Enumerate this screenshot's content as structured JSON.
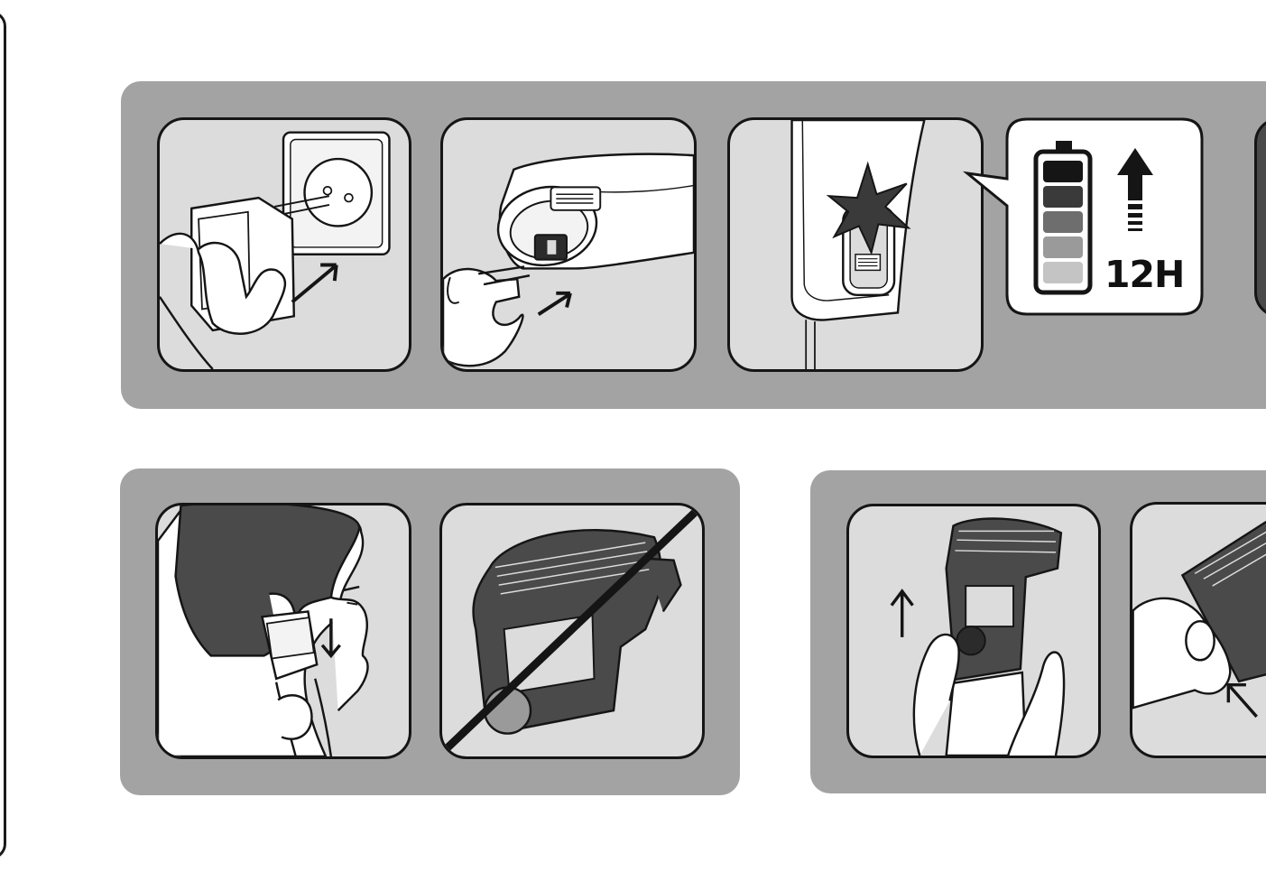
{
  "charge_callout": {
    "duration_label": "12H",
    "battery_levels": 5,
    "indicator_icon": "battery-charging-icon"
  },
  "colors": {
    "band_background": "#a3a3a3",
    "panel_background": "#dcdcdc",
    "outline": "#151515",
    "dark_fill": "#4a4a4a"
  },
  "panels": [
    {
      "id": "plug-adapter-into-socket",
      "icon": "wall-socket-icon"
    },
    {
      "id": "plug-cord-into-trimmer",
      "icon": "trimmer-socket-icon"
    },
    {
      "id": "charging-light-on",
      "icon": "charging-light-icon"
    },
    {
      "id": "trim-sideburns",
      "icon": "trimming-head-icon"
    },
    {
      "id": "no-comb-attachment",
      "icon": "prohibited-comb-icon"
    },
    {
      "id": "slide-comb-up",
      "icon": "comb-attach-icon"
    },
    {
      "id": "push-comb-release",
      "icon": "comb-release-icon"
    }
  ]
}
